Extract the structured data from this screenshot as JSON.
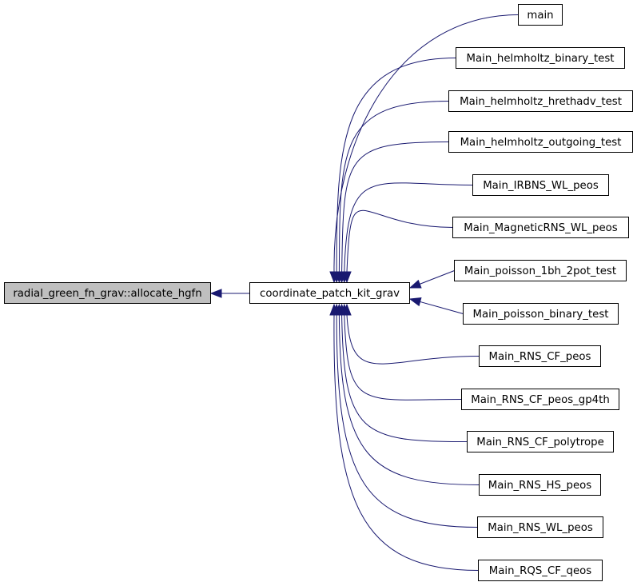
{
  "graph": {
    "colors": {
      "edge": "#191970",
      "highlight_fill": "#bfbfbf",
      "node_fill": "#ffffff",
      "node_border": "#000000"
    },
    "root": {
      "label": "radial_green_fn_grav::allocate_hgfn"
    },
    "hub": {
      "label": "coordinate_patch_kit_grav"
    },
    "callers": [
      {
        "label": "main"
      },
      {
        "label": "Main_helmholtz_binary_test"
      },
      {
        "label": "Main_helmholtz_hrethadv_test"
      },
      {
        "label": "Main_helmholtz_outgoing_test"
      },
      {
        "label": "Main_IRBNS_WL_peos"
      },
      {
        "label": "Main_MagneticRNS_WL_peos"
      },
      {
        "label": "Main_poisson_1bh_2pot_test"
      },
      {
        "label": "Main_poisson_binary_test"
      },
      {
        "label": "Main_RNS_CF_peos"
      },
      {
        "label": "Main_RNS_CF_peos_gp4th"
      },
      {
        "label": "Main_RNS_CF_polytrope"
      },
      {
        "label": "Main_RNS_HS_peos"
      },
      {
        "label": "Main_RNS_WL_peos"
      },
      {
        "label": "Main_RQS_CF_qeos"
      }
    ]
  }
}
